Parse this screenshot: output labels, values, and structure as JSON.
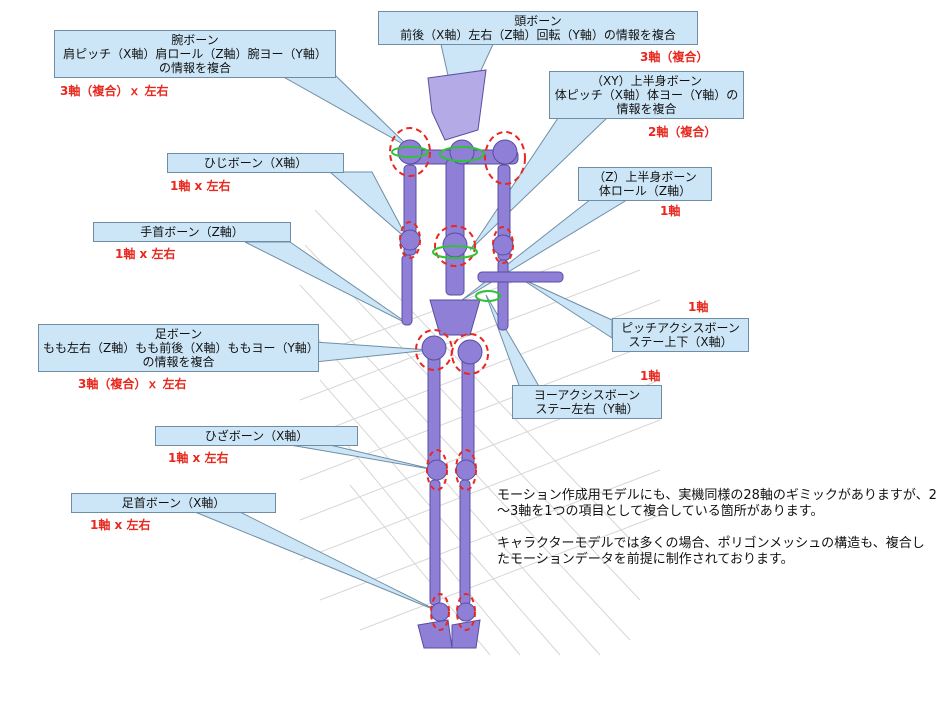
{
  "colors": {
    "callout_fill": "#cde6f7",
    "callout_border": "#6f8ea6",
    "axis_text": "#e8281e",
    "bone": "#8f7fd6"
  },
  "callouts": {
    "head": {
      "lines": [
        "頭ボーン",
        "前後（X軸）左右（Z軸）回転（Y軸）の情報を複合"
      ],
      "axis": "3軸（複合）"
    },
    "arm": {
      "lines": [
        "腕ボーン",
        "肩ピッチ（X軸）肩ロール（Z軸）腕ヨー（Y軸）",
        "の情報を複合"
      ],
      "axis": "3軸（複合）ｘ 左右"
    },
    "upper_body_xy": {
      "lines": [
        "（XY）上半身ボーン",
        "体ピッチ（X軸）体ヨー（Y軸）の",
        "情報を複合"
      ],
      "axis": "2軸（複合）"
    },
    "elbow": {
      "lines": [
        "ひじボーン（X軸）"
      ],
      "axis": "1軸 x 左右"
    },
    "upper_body_z": {
      "lines": [
        "（Z）上半身ボーン",
        "体ロール（Z軸）"
      ],
      "axis": "1軸"
    },
    "wrist": {
      "lines": [
        "手首ボーン（Z軸）"
      ],
      "axis": "1軸 x 左右"
    },
    "pitch_axis": {
      "lines": [
        "ピッチアクシスボーン",
        "ステー上下（X軸）"
      ],
      "axis": "1軸"
    },
    "leg": {
      "lines": [
        "足ボーン",
        "もも左右（Z軸）もも前後（X軸）ももヨー（Y軸）",
        "の情報を複合"
      ],
      "axis": "3軸（複合）ｘ 左右"
    },
    "yaw_axis": {
      "lines": [
        "ヨーアクシスボーン",
        "ステー左右（Y軸）"
      ],
      "axis": "1軸"
    },
    "knee": {
      "lines": [
        "ひざボーン（X軸）"
      ],
      "axis": "1軸 x 左右"
    },
    "ankle": {
      "lines": [
        "足首ボーン（X軸）"
      ],
      "axis": "1軸 x 左右"
    }
  },
  "note": {
    "paragraph1": "モーション作成用モデルにも、実機同様の28軸のギミックがありますが、2～3軸を1つの項目として複合している箇所があります。",
    "paragraph2": "キャラクターモデルでは多くの場合、ポリゴンメッシュの構造も、複合したモーションデータを前提に制作されております。"
  }
}
